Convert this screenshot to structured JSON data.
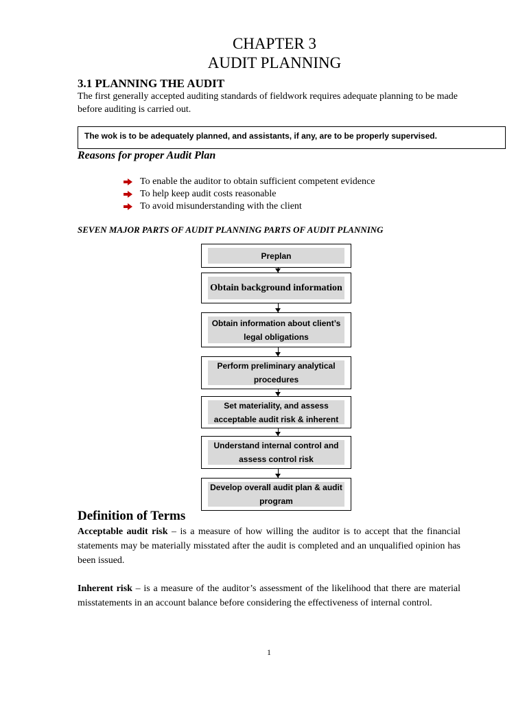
{
  "chapter": {
    "line1": "CHAPTER 3",
    "line2": "AUDIT PLANNING"
  },
  "section": {
    "heading": "3.1 PLANNING THE AUDIT",
    "intro": "The first generally accepted auditing standards of fieldwork requires adequate planning to be made before auditing is carried out."
  },
  "callout": "The wok is to be adequately planned, and assistants, if any, are to be properly supervised.",
  "reasons": {
    "heading": "Reasons for proper Audit Plan",
    "icon": "red-arrow-bullet-icon",
    "icon_color": "#c00000",
    "items": [
      "To enable the auditor to obtain sufficient competent evidence",
      "To help keep audit costs reasonable",
      "To avoid misunderstanding with the client"
    ]
  },
  "flowchart": {
    "heading": "SEVEN MAJOR PARTS OF AUDIT PLANNING PARTS OF AUDIT PLANNING",
    "box_fill": "#d9d9d9",
    "steps": [
      "Preplan",
      "Obtain background information",
      "Obtain information about client’s legal obligations",
      "Perform preliminary analytical procedures",
      "Set materiality, and assess acceptable audit risk & inherent",
      "Understand internal control and assess control risk",
      "Develop overall audit plan & audit program"
    ]
  },
  "definitions": {
    "heading": "Definition of Terms",
    "items": [
      {
        "term": "Acceptable audit risk",
        "text": " – is a measure of how willing the auditor is to accept that the financial statements may be materially misstated after the audit is completed and an unqualified opinion has been issued."
      },
      {
        "term": "Inherent risk",
        "text": " – is a measure of the auditor’s assessment of the likelihood that there are material misstatements in an account balance before considering the effectiveness of internal control."
      }
    ]
  },
  "page_number": "1"
}
